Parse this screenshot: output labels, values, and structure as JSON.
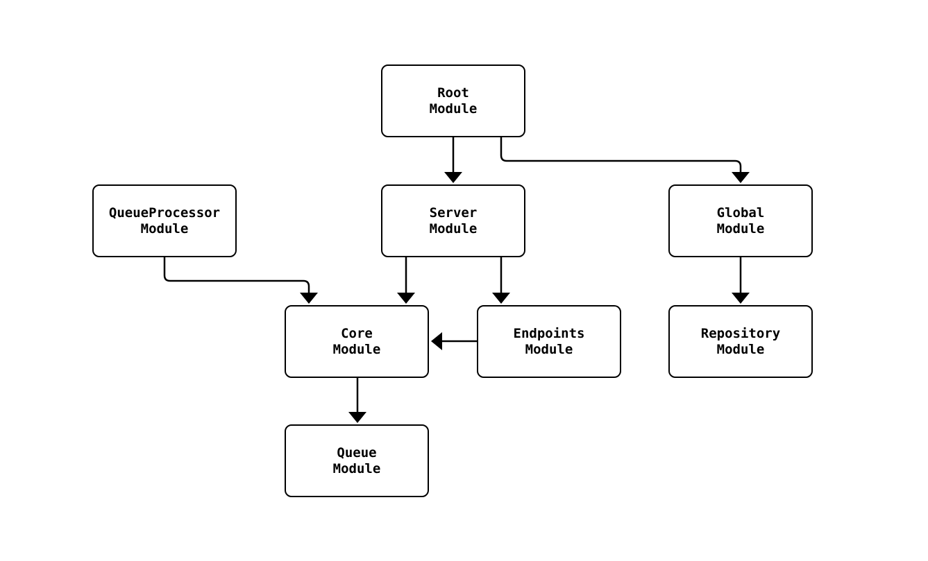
{
  "diagram": {
    "type": "flowchart",
    "background_color": "#ffffff",
    "node_fill_color": "#ffffff",
    "node_stroke_color": "#000000",
    "text_color": "#000000",
    "nodes": [
      {
        "id": "root",
        "line1": "Root",
        "line2": "Module"
      },
      {
        "id": "queueprocessor",
        "line1": "QueueProcessor",
        "line2": "Module"
      },
      {
        "id": "server",
        "line1": "Server",
        "line2": "Module"
      },
      {
        "id": "global",
        "line1": "Global",
        "line2": "Module"
      },
      {
        "id": "core",
        "line1": "Core",
        "line2": "Module"
      },
      {
        "id": "endpoints",
        "line1": "Endpoints",
        "line2": "Module"
      },
      {
        "id": "repository",
        "line1": "Repository",
        "line2": "Module"
      },
      {
        "id": "queue",
        "line1": "Queue",
        "line2": "Module"
      }
    ],
    "edges": [
      {
        "from": "Root Module",
        "to": "Server Module"
      },
      {
        "from": "Root Module",
        "to": "Global Module"
      },
      {
        "from": "QueueProcessor Module",
        "to": "Core Module"
      },
      {
        "from": "Server Module",
        "to": "Core Module"
      },
      {
        "from": "Server Module",
        "to": "Endpoints Module"
      },
      {
        "from": "Endpoints Module",
        "to": "Core Module"
      },
      {
        "from": "Global Module",
        "to": "Repository Module"
      },
      {
        "from": "Core Module",
        "to": "Queue Module"
      }
    ]
  }
}
